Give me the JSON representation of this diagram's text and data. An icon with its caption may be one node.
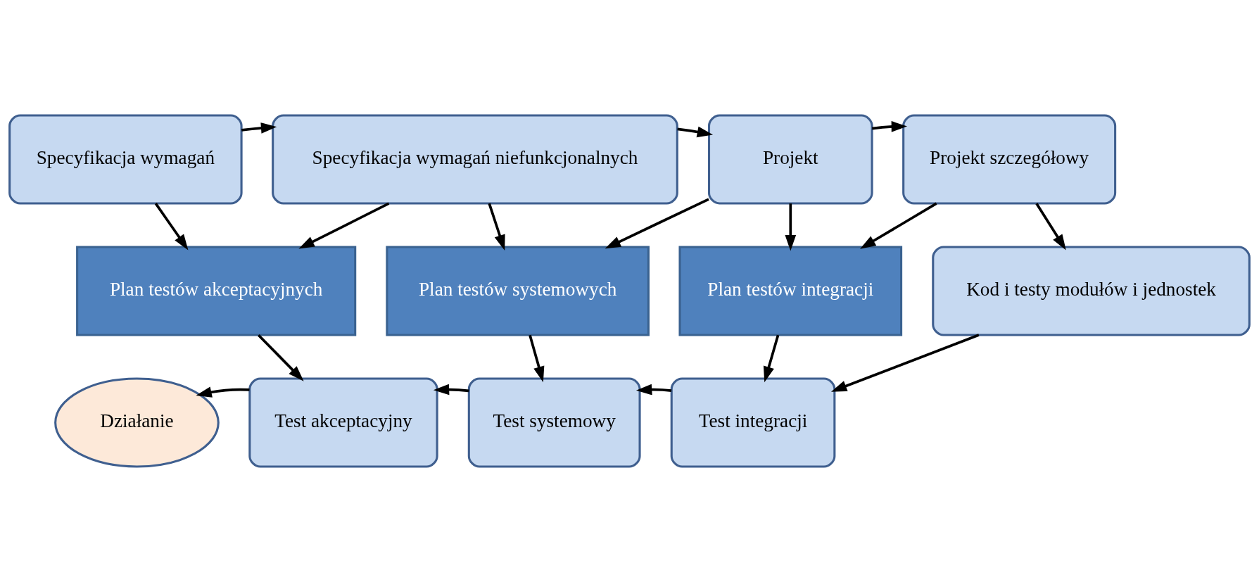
{
  "diagram": {
    "nodes": [
      {
        "text": [
          "Specyfikacja wymagań"
        ]
      },
      {
        "text": [
          "Specyfikacja wymagań niefunkcjonalnych"
        ]
      },
      {
        "text": [
          "Projekt"
        ]
      },
      {
        "text": [
          "Projekt szczegółowy"
        ]
      },
      {
        "text": [
          "Plan testów akceptacyjnych"
        ]
      },
      {
        "text": [
          "Plan testów systemowych"
        ]
      },
      {
        "text": [
          "Plan testów integracji"
        ]
      },
      {
        "text": [
          "Kod i testy modułów i jednostek"
        ]
      },
      {
        "text": [
          "Działanie"
        ]
      },
      {
        "text": [
          "Test akceptacyjny"
        ]
      },
      {
        "text": [
          "Test systemowy"
        ]
      },
      {
        "text": [
          "Test integracji"
        ]
      }
    ],
    "edges": [
      {
        "from": 0,
        "to": 1,
        "arrow": "to"
      },
      {
        "from": 1,
        "to": 2,
        "arrow": "to"
      },
      {
        "from": 2,
        "to": 3,
        "arrow": "to"
      },
      {
        "from": 0,
        "to": 4,
        "arrow": "to"
      },
      {
        "from": 1,
        "to": 4,
        "arrow": "to"
      },
      {
        "from": 1,
        "to": 5,
        "arrow": "to"
      },
      {
        "from": 2,
        "to": 5,
        "arrow": "to"
      },
      {
        "from": 2,
        "to": 6,
        "arrow": "to"
      },
      {
        "from": 3,
        "to": 6,
        "arrow": "to"
      },
      {
        "from": 3,
        "to": 7,
        "arrow": "to"
      },
      {
        "from": 4,
        "to": 9,
        "arrow": "to"
      },
      {
        "from": 5,
        "to": 10,
        "arrow": "to"
      },
      {
        "from": 6,
        "to": 11,
        "arrow": "to"
      },
      {
        "from": 7,
        "to": 11,
        "arrow": "to"
      },
      {
        "from": 11,
        "to": 10,
        "arrow": "to"
      },
      {
        "from": 10,
        "to": 9,
        "arrow": "to"
      },
      {
        "from": 9,
        "to": 8,
        "arrow": "to"
      }
    ]
  }
}
